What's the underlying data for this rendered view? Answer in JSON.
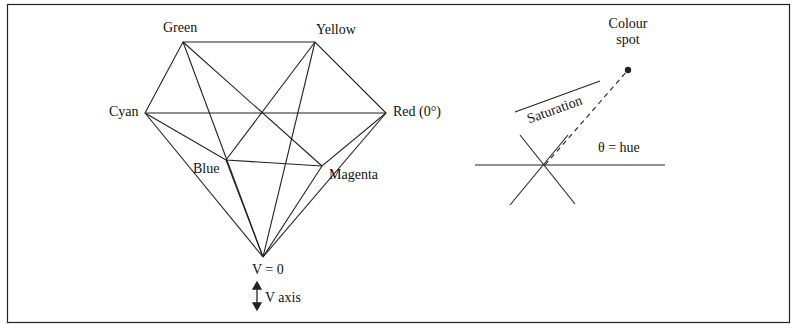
{
  "diagram": {
    "labels": [
      "Green",
      "Yellow",
      "Cyan",
      "Red (0°)",
      "Blue",
      "Magenta",
      "V = 0",
      "V axis",
      "Saturation",
      "Colour spot",
      "θ = hue"
    ]
  }
}
